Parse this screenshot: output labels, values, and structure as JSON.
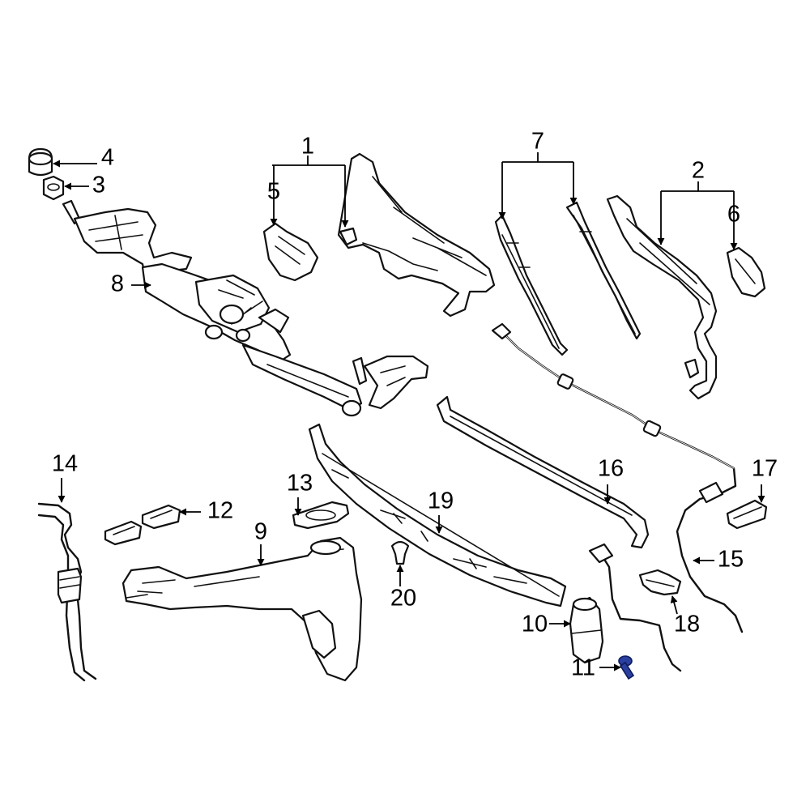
{
  "highlight_color": "#2a3f9e",
  "callouts": {
    "c1": "1",
    "c2": "2",
    "c3": "3",
    "c4": "4",
    "c5": "5",
    "c6": "6",
    "c7": "7",
    "c8": "8",
    "c9": "9",
    "c10": "10",
    "c11": "11",
    "c12": "12",
    "c13": "13",
    "c14": "14",
    "c15": "15",
    "c16": "16",
    "c17": "17",
    "c18": "18",
    "c19": "19",
    "c20": "20"
  }
}
